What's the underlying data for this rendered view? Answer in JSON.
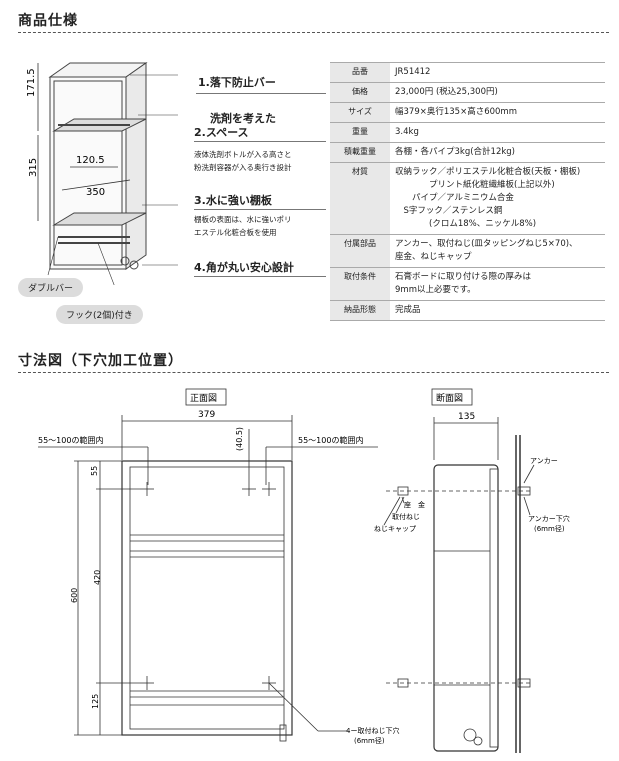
{
  "section1_title": "商品仕様",
  "section2_title": "寸法図（下穴加工位置）",
  "product_dims": {
    "d1": "171.5",
    "d2": "315",
    "d3": "120.5",
    "d4": "350"
  },
  "features": [
    {
      "num": "1.",
      "title": "落下防止バー"
    },
    {
      "num": "2.",
      "title_line1": "洗剤を考えた",
      "title_line2": "スペース",
      "desc_line1": "液体洗剤ボトルが入る高さと",
      "desc_line2": "粉洗剤容器が入る奥行き設計"
    },
    {
      "num": "3.",
      "title": "水に強い棚板",
      "desc_line1": "棚板の表面は、水に強いポリ",
      "desc_line2": "エステル化粧合板を使用"
    },
    {
      "num": "4.",
      "title": "角が丸い安心設計"
    }
  ],
  "pills": {
    "double_bar": "ダブルバー",
    "hook": "フック(2個)付き"
  },
  "spec": [
    {
      "key": "品番",
      "lines": [
        "JR51412"
      ]
    },
    {
      "key": "価格",
      "lines": [
        "23,000円 (税込25,300円)"
      ]
    },
    {
      "key": "サイズ",
      "lines": [
        "幅379×奥行135×高さ600mm"
      ]
    },
    {
      "key": "重量",
      "lines": [
        "3.4kg"
      ]
    },
    {
      "key": "積載重量",
      "lines": [
        "各棚・各パイプ3kg(合計12kg)"
      ]
    },
    {
      "key": "材質",
      "lines": [
        "収納ラック／ポリエステル化粧合板(天板・棚板)",
        "　　　　プリント紙化粧繊維板(上記以外)",
        "　　パイプ／アルミニウム合金",
        "　S字フック／ステンレス鋼",
        "　　　　(クロム18%、ニッケル8%)"
      ]
    },
    {
      "key": "付属部品",
      "lines": [
        "アンカー、取付ねじ(皿タッピングねじ5×70)、",
        "座金、ねじキャップ"
      ]
    },
    {
      "key": "取付条件",
      "lines": [
        "石膏ボードに取り付ける際の厚みは",
        "9mm以上必要です。"
      ]
    },
    {
      "key": "納品形態",
      "lines": [
        "完成品"
      ]
    }
  ],
  "front": {
    "label": "正面図",
    "width": "379",
    "dim_405": "(40.5)",
    "range_left": "55〜100の範囲内",
    "range_right": "55〜100の範囲内",
    "h600": "600",
    "h55": "55",
    "h420": "420",
    "h125": "125",
    "hole_note1": "4ー取付ねじ下穴",
    "hole_note2": "(6mm径)"
  },
  "side": {
    "label": "断面図",
    "depth": "135",
    "anchor": "アンカー",
    "anchor_hole1": "アンカー下穴",
    "anchor_hole2": "(6mm径)",
    "washer": "座　金",
    "screw": "取付ねじ",
    "cap": "ねじキャップ"
  }
}
